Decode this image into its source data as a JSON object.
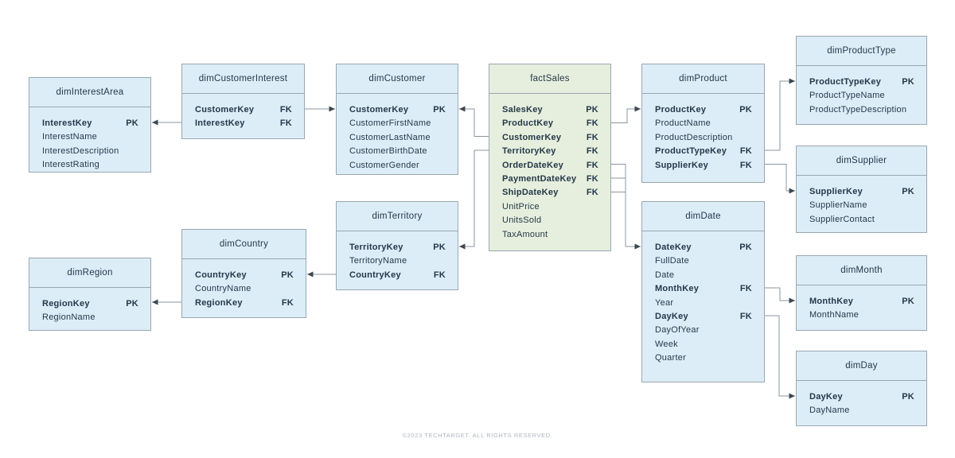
{
  "diagram": {
    "footer": "©2023 TECHTARGET. ALL RIGHTS RESERVED.",
    "colors": {
      "dimension_fill": "#ddedf8",
      "fact_fill": "#e6efdd",
      "border": "#99a7b2",
      "text": "#253849",
      "connector": "#8b959e",
      "arrow": "#3d4852",
      "footer_text": "#aeb6bd"
    },
    "entities": [
      {
        "id": "dimInterestArea",
        "title": "dimInterestArea",
        "kind": "dimension",
        "fields": [
          {
            "name": "InterestKey",
            "key": "PK"
          },
          {
            "name": "InterestName",
            "key": ""
          },
          {
            "name": "InterestDescription",
            "key": ""
          },
          {
            "name": "InterestRating",
            "key": ""
          }
        ]
      },
      {
        "id": "dimCustomerInterest",
        "title": "dimCustomerInterest",
        "kind": "dimension",
        "fields": [
          {
            "name": "CustomerKey",
            "key": "FK"
          },
          {
            "name": "InterestKey",
            "key": "FK"
          }
        ]
      },
      {
        "id": "dimCustomer",
        "title": "dimCustomer",
        "kind": "dimension",
        "fields": [
          {
            "name": "CustomerKey",
            "key": "PK"
          },
          {
            "name": "CustomerFirstName",
            "key": ""
          },
          {
            "name": "CustomerLastName",
            "key": ""
          },
          {
            "name": "CustomerBirthDate",
            "key": ""
          },
          {
            "name": "CustomerGender",
            "key": ""
          }
        ]
      },
      {
        "id": "factSales",
        "title": "factSales",
        "kind": "fact",
        "fields": [
          {
            "name": "SalesKey",
            "key": "PK"
          },
          {
            "name": "ProductKey",
            "key": "FK"
          },
          {
            "name": "CustomerKey",
            "key": "FK"
          },
          {
            "name": "TerritoryKey",
            "key": "FK"
          },
          {
            "name": "OrderDateKey",
            "key": "FK"
          },
          {
            "name": "PaymentDateKey",
            "key": "FK"
          },
          {
            "name": "ShipDateKey",
            "key": "FK"
          },
          {
            "name": "UnitPrice",
            "key": ""
          },
          {
            "name": "UnitsSold",
            "key": ""
          },
          {
            "name": "TaxAmount",
            "key": ""
          }
        ]
      },
      {
        "id": "dimProduct",
        "title": "dimProduct",
        "kind": "dimension",
        "fields": [
          {
            "name": "ProductKey",
            "key": "PK"
          },
          {
            "name": "ProductName",
            "key": ""
          },
          {
            "name": "ProductDescription",
            "key": ""
          },
          {
            "name": "ProductTypeKey",
            "key": "FK"
          },
          {
            "name": "SupplierKey",
            "key": "FK"
          }
        ]
      },
      {
        "id": "dimProductType",
        "title": "dimProductType",
        "kind": "dimension",
        "fields": [
          {
            "name": "ProductTypeKey",
            "key": "PK"
          },
          {
            "name": "ProductTypeName",
            "key": ""
          },
          {
            "name": "ProductTypeDescription",
            "key": ""
          }
        ]
      },
      {
        "id": "dimSupplier",
        "title": "dimSupplier",
        "kind": "dimension",
        "fields": [
          {
            "name": "SupplierKey",
            "key": "PK"
          },
          {
            "name": "SupplierName",
            "key": ""
          },
          {
            "name": "SupplierContact",
            "key": ""
          }
        ]
      },
      {
        "id": "dimDate",
        "title": "dimDate",
        "kind": "dimension",
        "fields": [
          {
            "name": "DateKey",
            "key": "PK"
          },
          {
            "name": "FullDate",
            "key": ""
          },
          {
            "name": "Date",
            "key": ""
          },
          {
            "name": "MonthKey",
            "key": "FK"
          },
          {
            "name": "Year",
            "key": ""
          },
          {
            "name": "DayKey",
            "key": "FK"
          },
          {
            "name": "DayOfYear",
            "key": ""
          },
          {
            "name": "Week",
            "key": ""
          },
          {
            "name": "Quarter",
            "key": ""
          }
        ]
      },
      {
        "id": "dimMonth",
        "title": "dimMonth",
        "kind": "dimension",
        "fields": [
          {
            "name": "MonthKey",
            "key": "PK"
          },
          {
            "name": "MonthName",
            "key": ""
          }
        ]
      },
      {
        "id": "dimDay",
        "title": "dimDay",
        "kind": "dimension",
        "fields": [
          {
            "name": "DayKey",
            "key": "PK"
          },
          {
            "name": "DayName",
            "key": ""
          }
        ]
      },
      {
        "id": "dimTerritory",
        "title": "dimTerritory",
        "kind": "dimension",
        "fields": [
          {
            "name": "TerritoryKey",
            "key": "PK"
          },
          {
            "name": "TerritoryName",
            "key": ""
          },
          {
            "name": "CountryKey",
            "key": "FK"
          }
        ]
      },
      {
        "id": "dimCountry",
        "title": "dimCountry",
        "kind": "dimension",
        "fields": [
          {
            "name": "CountryKey",
            "key": "PK"
          },
          {
            "name": "CountryName",
            "key": ""
          },
          {
            "name": "RegionKey",
            "key": "FK"
          }
        ]
      },
      {
        "id": "dimRegion",
        "title": "dimRegion",
        "kind": "dimension",
        "fields": [
          {
            "name": "RegionKey",
            "key": "PK"
          },
          {
            "name": "RegionName",
            "key": ""
          }
        ]
      }
    ],
    "relationships": [
      {
        "from": "dimCustomerInterest.InterestKey",
        "to": "dimInterestArea.InterestKey"
      },
      {
        "from": "dimCustomerInterest.CustomerKey",
        "to": "dimCustomer.CustomerKey"
      },
      {
        "from": "factSales.CustomerKey",
        "to": "dimCustomer.CustomerKey"
      },
      {
        "from": "factSales.TerritoryKey",
        "to": "dimTerritory.TerritoryKey"
      },
      {
        "from": "factSales.ProductKey",
        "to": "dimProduct.ProductKey"
      },
      {
        "from": "factSales.OrderDateKey",
        "to": "dimDate.DateKey"
      },
      {
        "from": "factSales.PaymentDateKey",
        "to": "dimDate.DateKey"
      },
      {
        "from": "factSales.ShipDateKey",
        "to": "dimDate.DateKey"
      },
      {
        "from": "dimProduct.ProductTypeKey",
        "to": "dimProductType.ProductTypeKey"
      },
      {
        "from": "dimProduct.SupplierKey",
        "to": "dimSupplier.SupplierKey"
      },
      {
        "from": "dimDate.MonthKey",
        "to": "dimMonth.MonthKey"
      },
      {
        "from": "dimDate.DayKey",
        "to": "dimDay.DayKey"
      },
      {
        "from": "dimTerritory.CountryKey",
        "to": "dimCountry.CountryKey"
      },
      {
        "from": "dimCountry.RegionKey",
        "to": "dimRegion.RegionKey"
      }
    ]
  }
}
